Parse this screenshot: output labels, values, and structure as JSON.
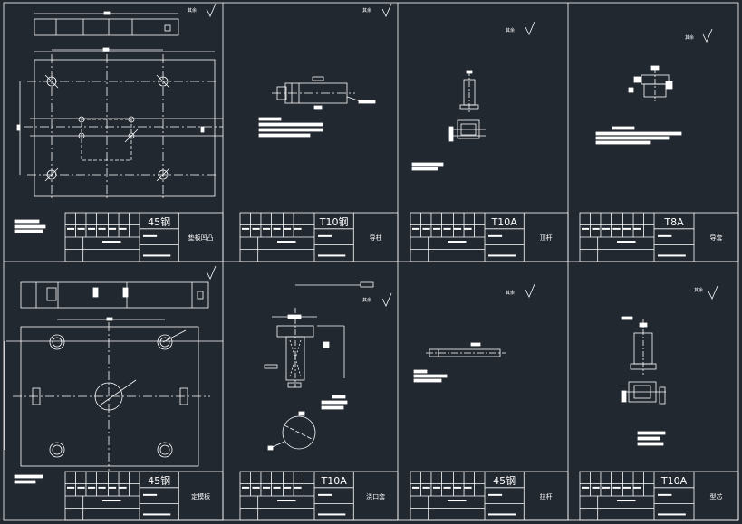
{
  "colors": {
    "background": "#212830",
    "line": "#ffffff",
    "centerline": "#ffffff"
  },
  "drawings": [
    {
      "material": "45钢",
      "part_name": "垫板凹凸",
      "roughness_note": "其余"
    },
    {
      "material": "T10钢",
      "part_name": "导柱",
      "roughness_note": "其余"
    },
    {
      "material": "T10A",
      "part_name": "顶杆",
      "roughness_note": "其余"
    },
    {
      "material": "T8A",
      "part_name": "导套",
      "roughness_note": "其余"
    },
    {
      "material": "45钢",
      "part_name": "定模板",
      "roughness_note": ""
    },
    {
      "material": "T10A",
      "part_name": "浇口套",
      "roughness_note": "其余"
    },
    {
      "material": "45钢",
      "part_name": "拉杆",
      "roughness_note": "其余"
    },
    {
      "material": "T10A",
      "part_name": "型芯",
      "roughness_note": "其余"
    }
  ]
}
